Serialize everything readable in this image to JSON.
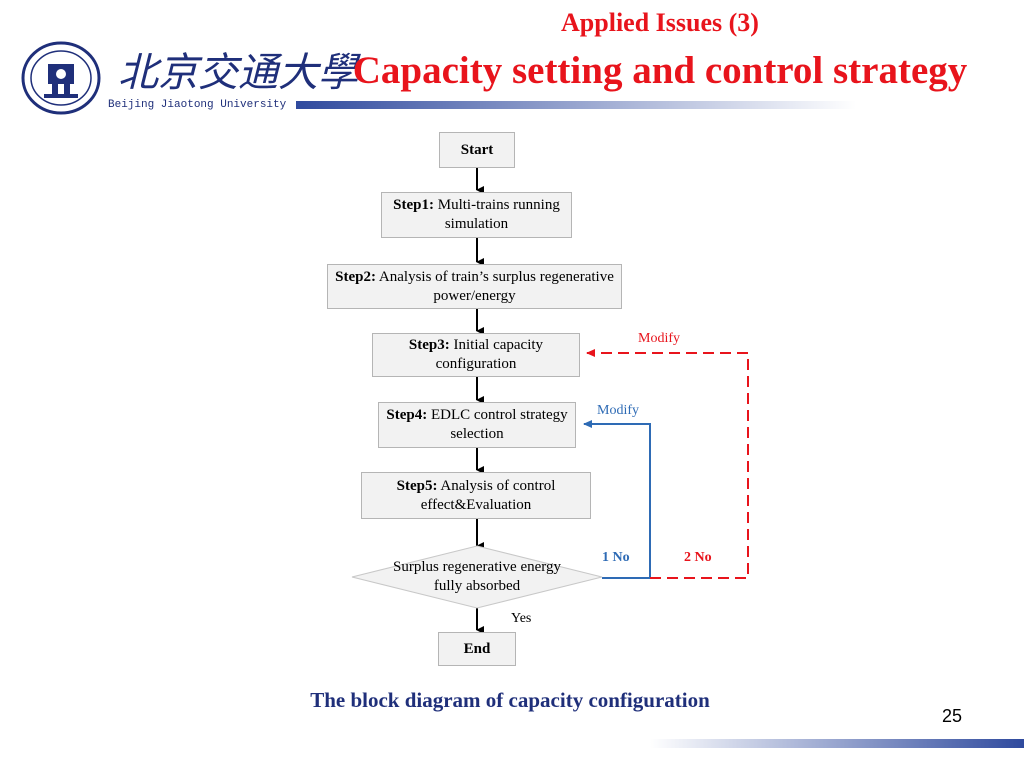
{
  "header": {
    "subtitle": "Applied Issues (3)",
    "title": "Capacity setting and control strategy",
    "university_en": "Beijing Jiaotong University",
    "university_cn": "北京交通大學",
    "logo_icon": "university-seal-icon",
    "colors": {
      "title": "#e8141c",
      "brand": "#1f2f7a",
      "decor_bar": "#2f4a9e"
    }
  },
  "diagram": {
    "nodes": {
      "start": {
        "text": "Start"
      },
      "step1": {
        "bold": "Step1:",
        "text": " Multi-trains running simulation"
      },
      "step2": {
        "bold": "Step2:",
        "text": " Analysis of train’s surplus regenerative power/energy"
      },
      "step3": {
        "bold": "Step3:",
        "text": " Initial capacity configuration"
      },
      "step4": {
        "bold": "Step4:",
        "text": " EDLC control strategy selection"
      },
      "step5": {
        "bold": "Step5:",
        "text": " Analysis of control effect&Evaluation"
      },
      "decision": {
        "text": "Surplus regenerative energy fully absorbed"
      },
      "end": {
        "text": "End"
      }
    },
    "edges": {
      "yes_label": "Yes",
      "no1_label": "1 No",
      "no2_label": "2 No",
      "modify_blue": "Modify",
      "modify_red": "Modify"
    },
    "colors": {
      "loop1": "#2e6bb5",
      "loop2": "#e8141c",
      "box_fill": "#f2f2f2",
      "box_border": "#b5b5b5"
    }
  },
  "caption": "The block diagram of capacity configuration",
  "page_number": "25"
}
